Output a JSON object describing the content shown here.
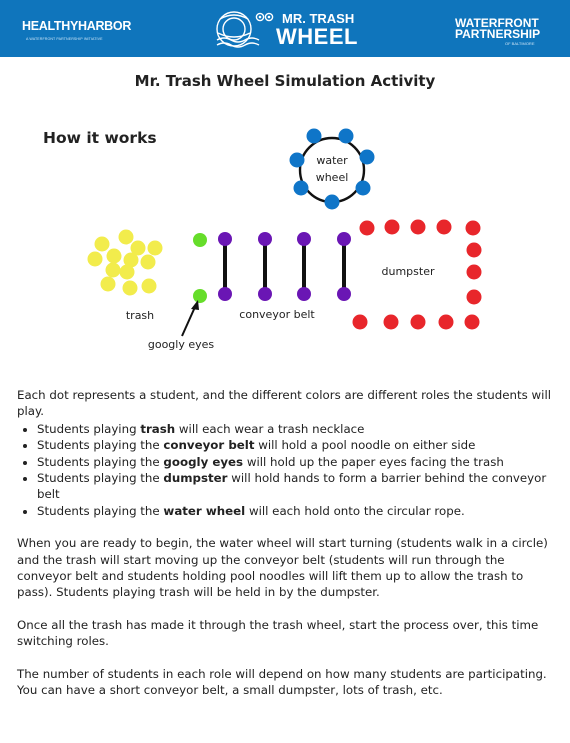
{
  "header": {
    "left_logo": "HEALTHYHARBOR",
    "left_logo_sub": "A WATERFRONT PARTNERSHIP INITIATIVE",
    "center_logo_line1": "MR. TRASH",
    "center_logo_line2": "WHEEL",
    "right_logo_line1": "WATERFRONT",
    "right_logo_line2": "PARTNERSHIP",
    "right_logo_sub": "OF BALTIMORE",
    "bar_color": "#0f75bc"
  },
  "title": "Mr. Trash Wheel Simulation Activity",
  "section_heading": "How it works",
  "diagram": {
    "water_wheel_label_1": "water",
    "water_wheel_label_2": "wheel",
    "trash_label": "trash",
    "conveyor_label": "conveyor belt",
    "dumpster_label": "dumpster",
    "googly_label": "googly eyes",
    "colors": {
      "water_wheel": "#0f75c8",
      "trash": "#f2ec4c",
      "googly_eyes": "#66dd2a",
      "conveyor": "#6a16b4",
      "dumpster": "#e8262b"
    }
  },
  "intro": "Each dot represents a student, and the different colors are different roles the students will play.",
  "bullets": [
    {
      "pre": "Students playing ",
      "bold": "trash",
      "post": " will each wear a trash necklace"
    },
    {
      "pre": "Students playing the ",
      "bold": "conveyor belt",
      "post": " will hold a pool noodle on either side"
    },
    {
      "pre": "Students playing the ",
      "bold": "googly eyes",
      "post": " will hold up the paper eyes facing the trash"
    },
    {
      "pre": "Students playing the ",
      "bold": "dumpster",
      "post": " will hold hands to form a barrier behind the conveyor belt"
    },
    {
      "pre": "Students playing the ",
      "bold": "water wheel",
      "post": " will each hold onto the circular rope."
    }
  ],
  "para2": "When you are ready to begin, the water wheel will start turning (students walk in a circle) and the trash will start moving up the conveyor belt (students will run through the conveyor belt and students holding pool noodles will lift them up to allow the trash to pass). Students playing trash will be held in by the dumpster.",
  "para3": "Once all the trash has made it through the trash wheel, start the process over, this time switching roles.",
  "para4": "The number of students in each role will depend on how many students are participating. You can have a short conveyor belt, a small dumpster, lots of trash, etc."
}
